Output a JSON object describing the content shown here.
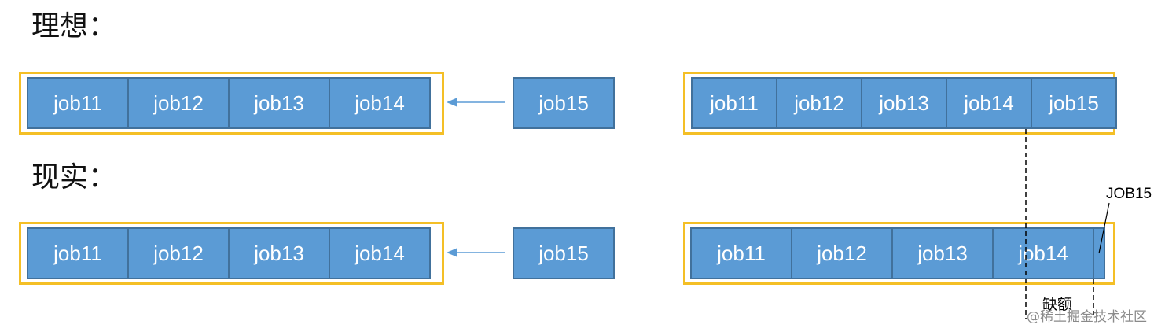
{
  "ideal": {
    "title": "理想：",
    "queue": [
      "job11",
      "job12",
      "job13",
      "job14"
    ],
    "incoming": "job15",
    "result": [
      "job11",
      "job12",
      "job13",
      "job14",
      "job15"
    ]
  },
  "reality": {
    "title": "现实：",
    "queue": [
      "job11",
      "job12",
      "job13",
      "job14"
    ],
    "incoming": "job15",
    "result": [
      "job11",
      "job12",
      "job13",
      "job14"
    ],
    "overflow_label": "JOB15",
    "gap_label": "缺额"
  },
  "watermark": "@稀土掘金技术社区",
  "colors": {
    "job_fill": "#5b9bd5",
    "job_border": "#41719c",
    "frame": "#f4bf26",
    "arrow": "#5b9bd5"
  }
}
